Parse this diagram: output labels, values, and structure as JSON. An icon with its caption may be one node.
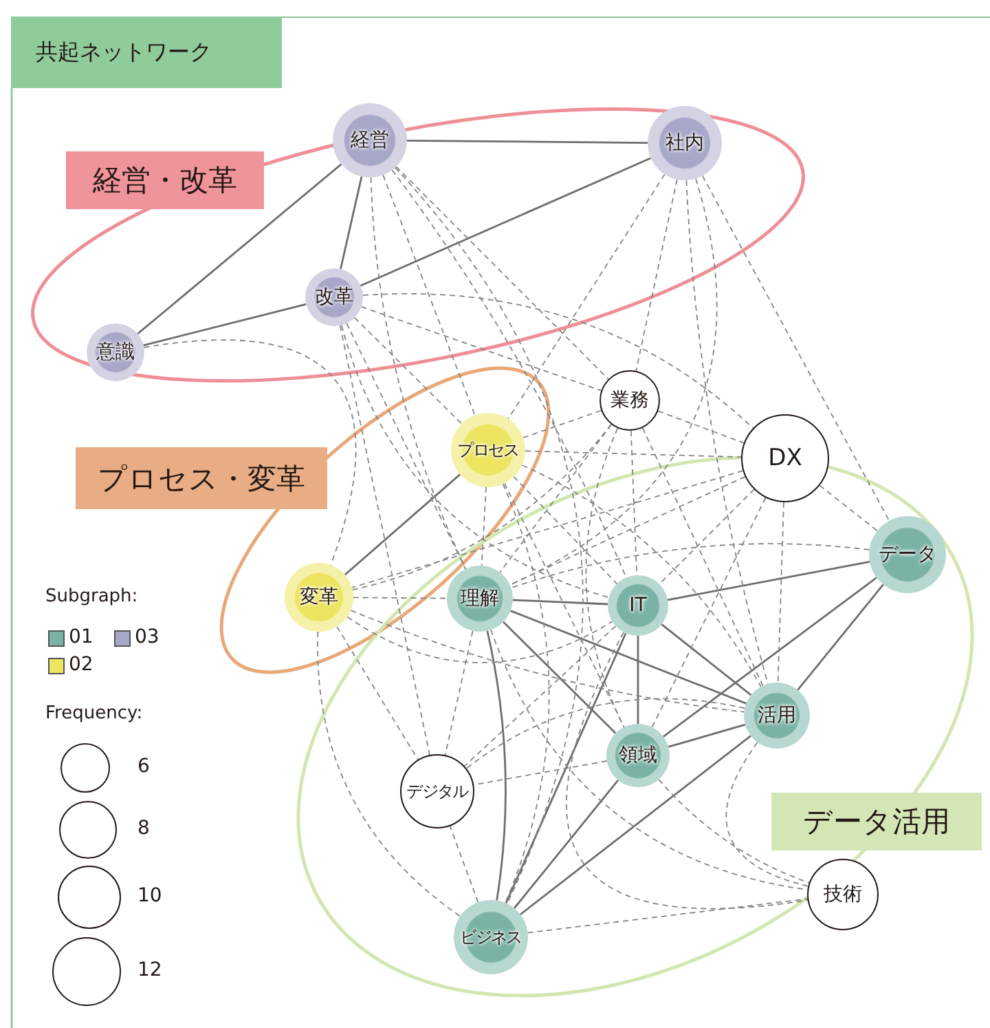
{
  "diagram": {
    "title": "共起ネットワーク",
    "nodes": [
      {
        "text": [
          "経営"
        ]
      },
      {
        "text": [
          "社内"
        ]
      },
      {
        "text": [
          "改革"
        ]
      },
      {
        "text": [
          "意識"
        ]
      },
      {
        "text": [
          "業務"
        ]
      },
      {
        "text": [
          "プロセス"
        ]
      },
      {
        "text": [
          "DX"
        ]
      },
      {
        "text": [
          "データ"
        ]
      },
      {
        "text": [
          "変革"
        ]
      },
      {
        "text": [
          "理解"
        ]
      },
      {
        "text": [
          "IT"
        ]
      },
      {
        "text": [
          "活用"
        ]
      },
      {
        "text": [
          "領域"
        ]
      },
      {
        "text": [
          "デジタル"
        ]
      },
      {
        "text": [
          "技術"
        ]
      },
      {
        "text": [
          "ビジネス"
        ]
      },
      {
        "text": [
          "経営・改革"
        ]
      },
      {
        "text": [
          "プロセス・変革"
        ]
      },
      {
        "text": [
          "データ活用"
        ]
      }
    ],
    "edges": [
      {
        "from": 0,
        "to": 1,
        "arrow": "none"
      },
      {
        "from": 0,
        "to": 2,
        "arrow": "none"
      },
      {
        "from": 0,
        "to": 3,
        "arrow": "none"
      },
      {
        "from": 2,
        "to": 3,
        "arrow": "none"
      },
      {
        "from": 2,
        "to": 1,
        "arrow": "none"
      },
      {
        "from": 5,
        "to": 8,
        "arrow": "none"
      },
      {
        "from": 9,
        "to": 10,
        "arrow": "none"
      },
      {
        "from": 9,
        "to": 11,
        "arrow": "none"
      },
      {
        "from": 9,
        "to": 12,
        "arrow": "none"
      },
      {
        "from": 9,
        "to": 15,
        "arrow": "none"
      },
      {
        "from": 10,
        "to": 7,
        "arrow": "none"
      },
      {
        "from": 10,
        "to": 11,
        "arrow": "none"
      },
      {
        "from": 10,
        "to": 12,
        "arrow": "none"
      },
      {
        "from": 10,
        "to": 15,
        "arrow": "none"
      },
      {
        "from": 7,
        "to": 12,
        "arrow": "none"
      },
      {
        "from": 7,
        "to": 11,
        "arrow": "none"
      },
      {
        "from": 12,
        "to": 11,
        "arrow": "none"
      },
      {
        "from": 12,
        "to": 15,
        "arrow": "none"
      },
      {
        "from": 11,
        "to": 15,
        "arrow": "none"
      },
      {
        "from": 0,
        "to": 5,
        "arrow": "none",
        "style": "dashed"
      },
      {
        "from": 0,
        "to": 9,
        "arrow": "none",
        "style": "dashed"
      },
      {
        "from": 0,
        "to": 10,
        "arrow": "none",
        "style": "dashed"
      },
      {
        "from": 0,
        "to": 4,
        "arrow": "none",
        "style": "dashed"
      },
      {
        "from": 0,
        "to": 15,
        "arrow": "none",
        "style": "dashed"
      },
      {
        "from": 1,
        "to": 5,
        "arrow": "none",
        "style": "dashed"
      },
      {
        "from": 1,
        "to": 9,
        "arrow": "none",
        "style": "dashed"
      },
      {
        "from": 1,
        "to": 4,
        "arrow": "none",
        "style": "dashed"
      },
      {
        "from": 1,
        "to": 11,
        "arrow": "none",
        "style": "dashed"
      },
      {
        "from": 1,
        "to": 7,
        "arrow": "none",
        "style": "dashed"
      },
      {
        "from": 2,
        "to": 5,
        "arrow": "none",
        "style": "dashed"
      },
      {
        "from": 2,
        "to": 9,
        "arrow": "none",
        "style": "dashed"
      },
      {
        "from": 2,
        "to": 6,
        "arrow": "none",
        "style": "dashed"
      },
      {
        "from": 2,
        "to": 10,
        "arrow": "none",
        "style": "dashed"
      },
      {
        "from": 2,
        "to": 13,
        "arrow": "none",
        "style": "dashed"
      },
      {
        "from": 2,
        "to": 4,
        "arrow": "none",
        "style": "dashed"
      },
      {
        "from": 3,
        "to": 8,
        "arrow": "none",
        "style": "dashed"
      },
      {
        "from": 4,
        "to": 5,
        "arrow": "none",
        "style": "dashed"
      },
      {
        "from": 4,
        "to": 6,
        "arrow": "none",
        "style": "dashed"
      },
      {
        "from": 4,
        "to": 10,
        "arrow": "none",
        "style": "dashed"
      },
      {
        "from": 4,
        "to": 9,
        "arrow": "none",
        "style": "dashed"
      },
      {
        "from": 4,
        "to": 12,
        "arrow": "none",
        "style": "dashed"
      },
      {
        "from": 4,
        "to": 8,
        "arrow": "none",
        "style": "dashed"
      },
      {
        "from": 4,
        "to": 11,
        "arrow": "none",
        "style": "dashed"
      },
      {
        "from": 5,
        "to": 6,
        "arrow": "none",
        "style": "dashed"
      },
      {
        "from": 5,
        "to": 9,
        "arrow": "none",
        "style": "dashed"
      },
      {
        "from": 5,
        "to": 10,
        "arrow": "none",
        "style": "dashed"
      },
      {
        "from": 5,
        "to": 11,
        "arrow": "none",
        "style": "dashed"
      },
      {
        "from": 5,
        "to": 12,
        "arrow": "none",
        "style": "dashed"
      },
      {
        "from": 5,
        "to": 15,
        "arrow": "none",
        "style": "dashed"
      },
      {
        "from": 6,
        "to": 7,
        "arrow": "none",
        "style": "dashed"
      },
      {
        "from": 6,
        "to": 10,
        "arrow": "none",
        "style": "dashed"
      },
      {
        "from": 6,
        "to": 9,
        "arrow": "none",
        "style": "dashed"
      },
      {
        "from": 6,
        "to": 11,
        "arrow": "none",
        "style": "dashed"
      },
      {
        "from": 6,
        "to": 12,
        "arrow": "none",
        "style": "dashed"
      },
      {
        "from": 6,
        "to": 8,
        "arrow": "none",
        "style": "dashed"
      },
      {
        "from": 7,
        "to": 9,
        "arrow": "none",
        "style": "dashed"
      },
      {
        "from": 8,
        "to": 9,
        "arrow": "none",
        "style": "dashed"
      },
      {
        "from": 8,
        "to": 10,
        "arrow": "none",
        "style": "dashed"
      },
      {
        "from": 8,
        "to": 13,
        "arrow": "none",
        "style": "dashed"
      },
      {
        "from": 8,
        "to": 15,
        "arrow": "none",
        "style": "dashed"
      },
      {
        "from": 8,
        "to": 11,
        "arrow": "none",
        "style": "dashed"
      },
      {
        "from": 9,
        "to": 13,
        "arrow": "none",
        "style": "dashed"
      },
      {
        "from": 9,
        "to": 14,
        "arrow": "none",
        "style": "dashed"
      },
      {
        "from": 10,
        "to": 13,
        "arrow": "none",
        "style": "dashed"
      },
      {
        "from": 10,
        "to": 14,
        "arrow": "none",
        "style": "dashed"
      },
      {
        "from": 11,
        "to": 14,
        "arrow": "none",
        "style": "dashed"
      },
      {
        "from": 11,
        "to": 13,
        "arrow": "none",
        "style": "dashed"
      },
      {
        "from": 12,
        "to": 13,
        "arrow": "none",
        "style": "dashed"
      },
      {
        "from": 12,
        "to": 14,
        "arrow": "none",
        "style": "dashed"
      },
      {
        "from": 15,
        "to": 14,
        "arrow": "none",
        "style": "dashed"
      },
      {
        "from": 15,
        "to": 13,
        "arrow": "none",
        "style": "dashed"
      }
    ],
    "labels": [
      "Subgraph:",
      "Frequency:"
    ],
    "legend": [
      {
        "text": "01",
        "color": "#7ab3a6"
      },
      {
        "text": "03",
        "color": "#a7a7c8"
      },
      {
        "text": "02",
        "color": "#ece560"
      },
      {
        "text": "6"
      },
      {
        "text": "8"
      },
      {
        "text": "10"
      },
      {
        "text": "12"
      }
    ]
  }
}
